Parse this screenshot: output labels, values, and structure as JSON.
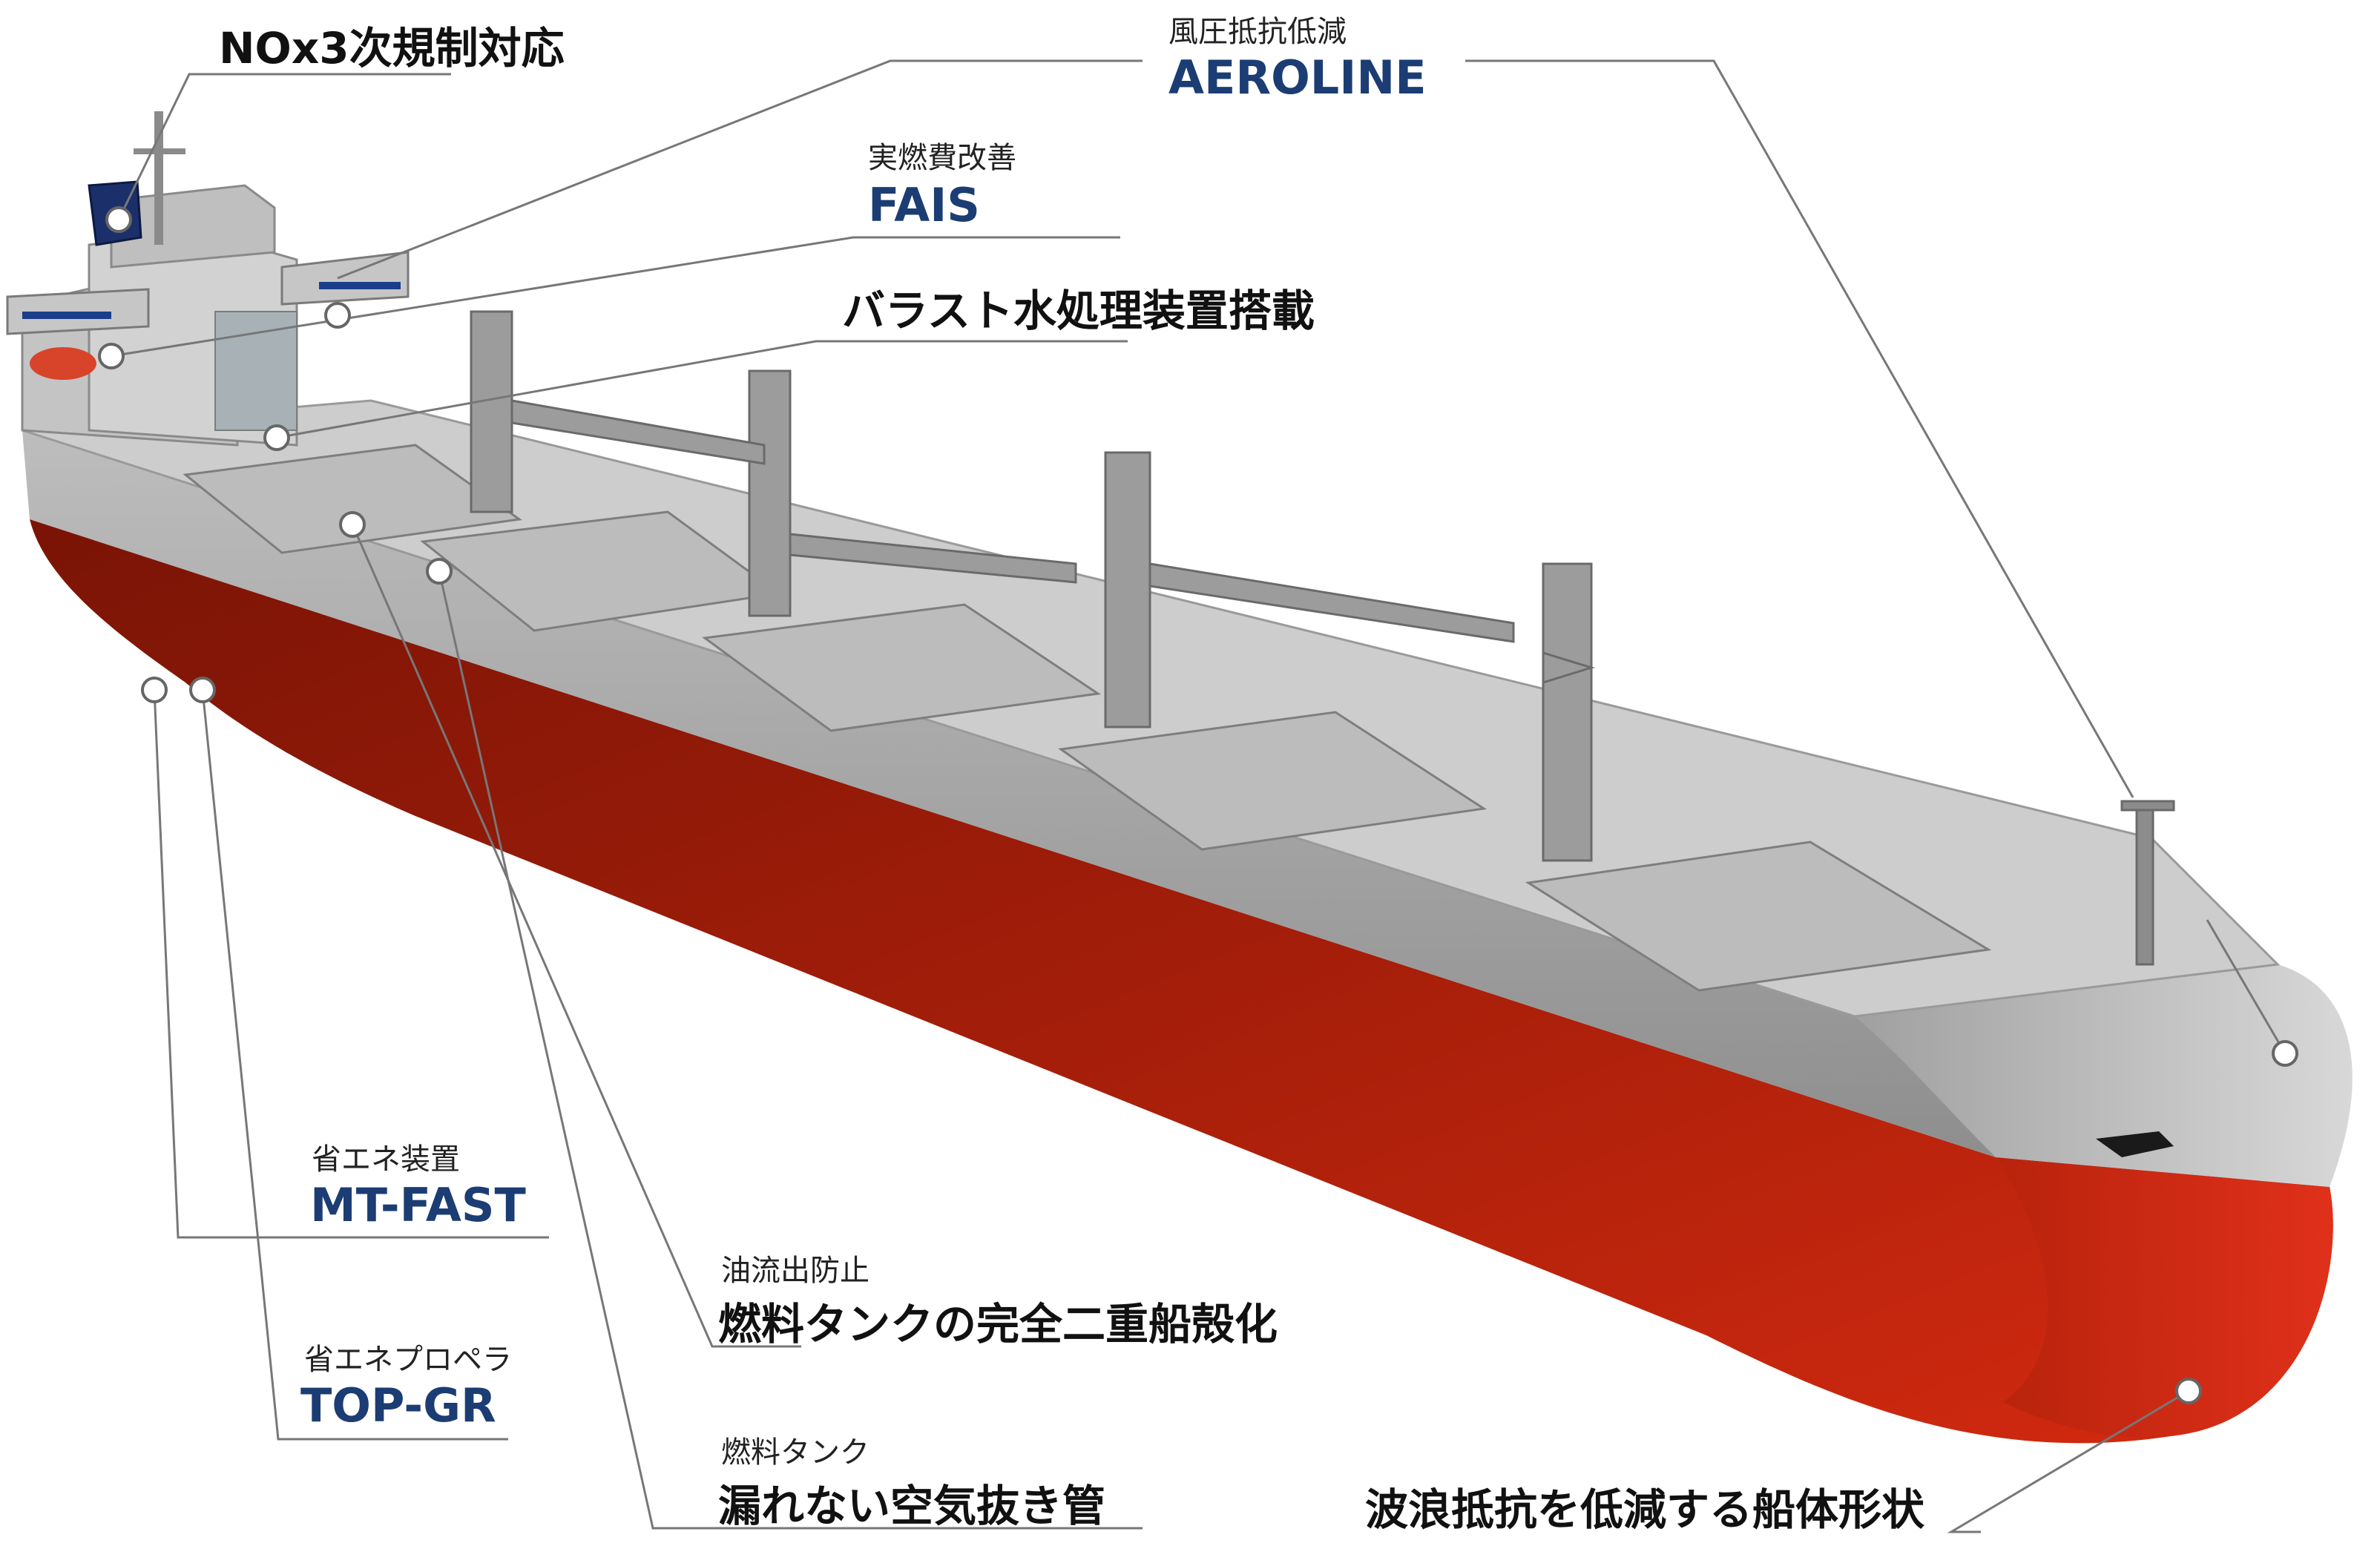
{
  "callouts": {
    "nox": {
      "title": "NOx3次規制対応"
    },
    "aeroline": {
      "subtitle": "風圧抵抗低減",
      "name": "AEROLINE"
    },
    "fais": {
      "subtitle": "実燃費改善",
      "name": "FAIS"
    },
    "ballast": {
      "title": "バラスト水処理装置搭載"
    },
    "mt_fast": {
      "subtitle": "省エネ装置",
      "name": "MT-FAST"
    },
    "top_gr": {
      "subtitle": "省エネプロペラ",
      "name": "TOP-GR"
    },
    "oil_outflow": {
      "subtitle": "油流出防止",
      "title": "燃料タンクの完全二重船殻化"
    },
    "fuel_tank": {
      "subtitle": "燃料タンク",
      "title": "漏れない空気抜き管"
    },
    "hull_form": {
      "title": "波浪抵抗を低減する船体形状"
    }
  },
  "colors": {
    "hull_red": "#c0240d",
    "hull_grey": "#a9a9a9",
    "deck_grey": "#c8c8c8",
    "accent_blue": "#1b3d73",
    "line_grey": "#777777"
  }
}
